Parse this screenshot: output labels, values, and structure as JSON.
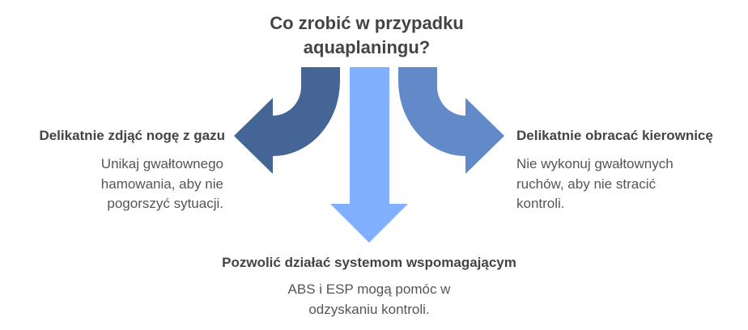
{
  "title": {
    "line1": "Co zrobić w przypadku",
    "line2": "aquaplaningu?"
  },
  "colors": {
    "left_arrow": "#466597",
    "center_arrow": "#80b0ff",
    "right_arrow": "#6289c8"
  },
  "left": {
    "heading": "Delikatnie zdjąć nogę z gazu",
    "lines": [
      "Unikaj gwałtownego",
      "hamowania, aby nie",
      "pogorszyć sytuacji."
    ]
  },
  "right": {
    "heading": "Delikatnie obracać kierownicę",
    "lines": [
      "Nie wykonuj gwałtownych",
      "ruchów, aby nie stracić",
      "kontroli."
    ]
  },
  "bottom": {
    "heading": "Pozwolić działać systemom wspomagającym",
    "lines": [
      "ABS i ESP mogą pomóc w",
      "odzyskaniu kontroli."
    ]
  }
}
